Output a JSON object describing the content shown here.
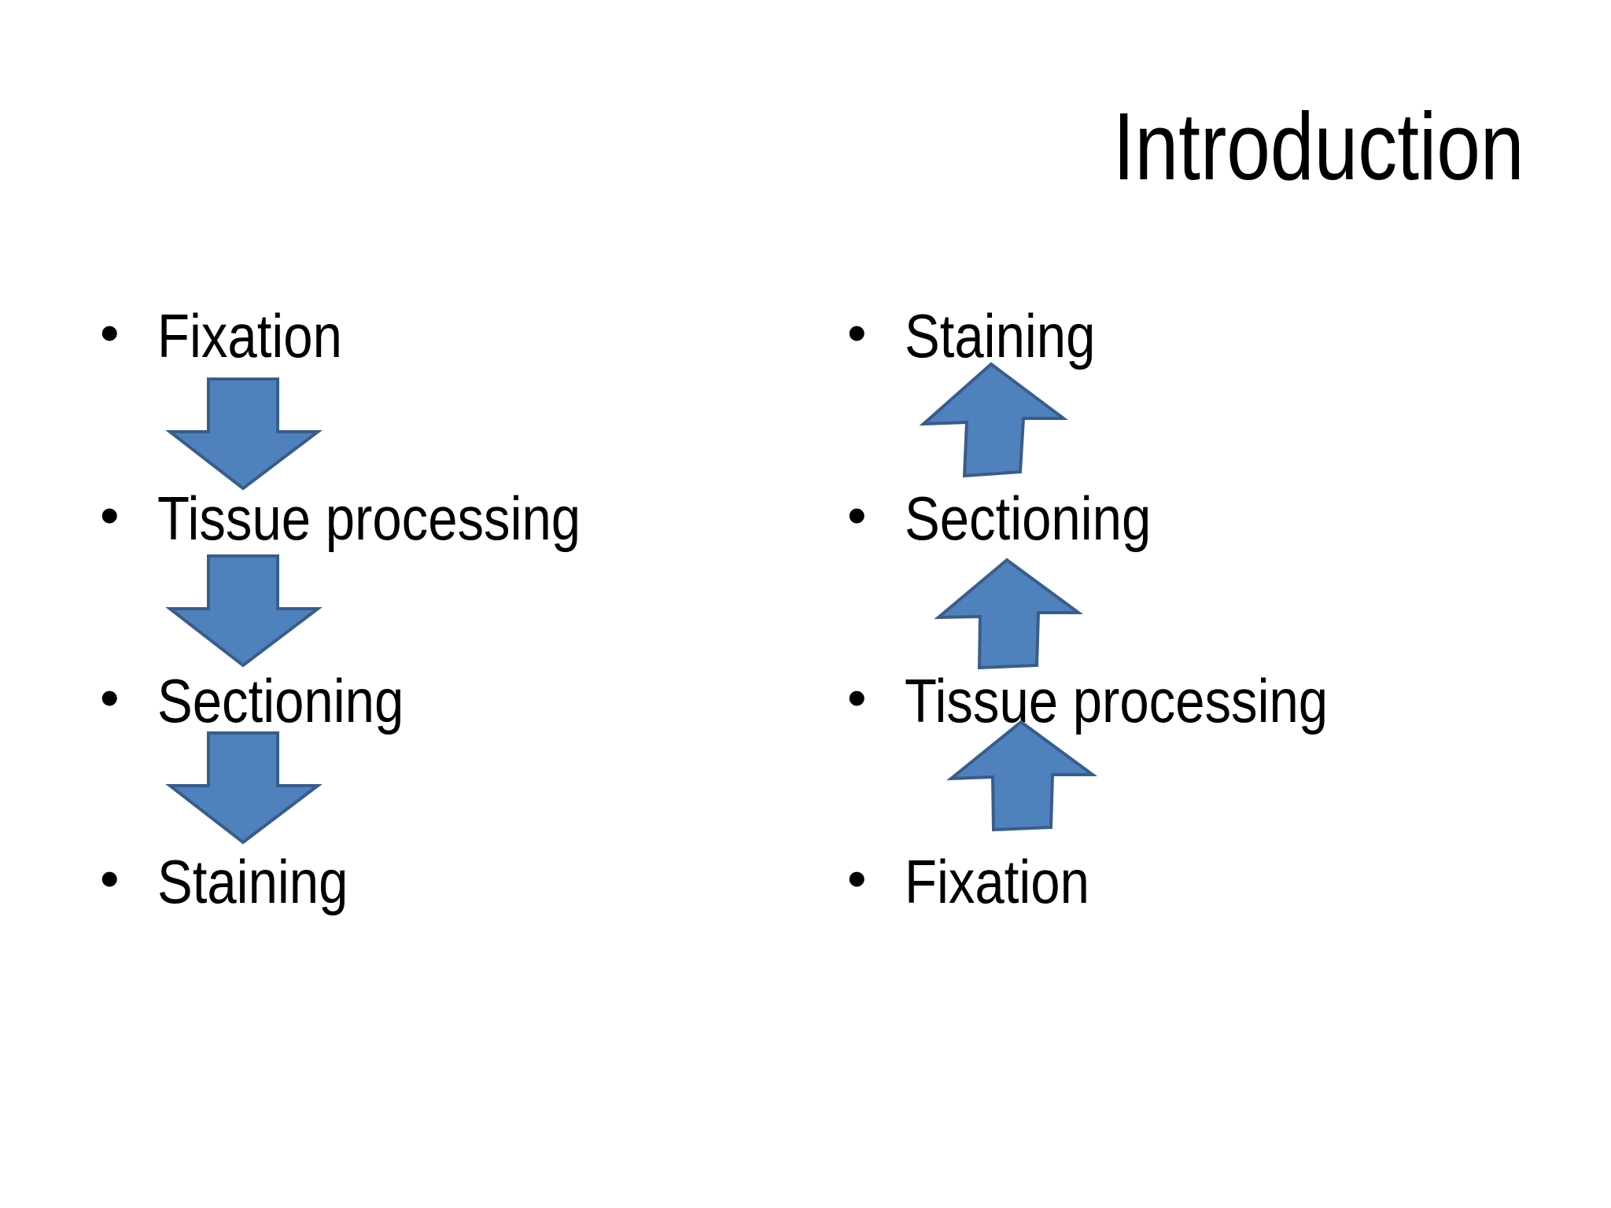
{
  "title": "Introduction",
  "left_list": [
    {
      "label": "Fixation"
    },
    {
      "label": "Tissue processing"
    },
    {
      "label": "Sectioning"
    },
    {
      "label": "Staining"
    }
  ],
  "right_list": [
    {
      "label": "Staining"
    },
    {
      "label": "Sectioning"
    },
    {
      "label": "Tissue processing"
    },
    {
      "label": "Fixation"
    }
  ],
  "bullet_glyph": "•",
  "colors": {
    "arrow_fill": "#4f81bd",
    "arrow_stroke": "#385d8a",
    "text": "#000000",
    "background": "#ffffff"
  }
}
